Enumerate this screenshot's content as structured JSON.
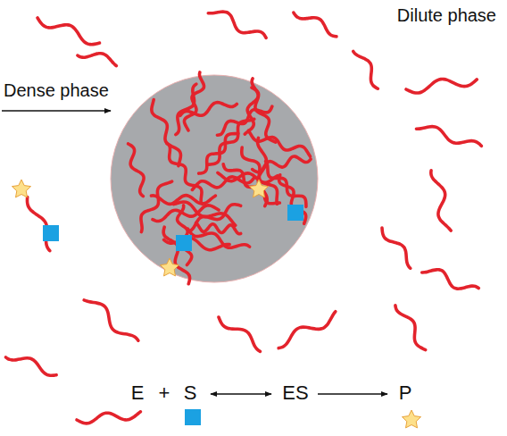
{
  "diagram": {
    "labels": [
      "Dilute phase",
      "Dense phase",
      "E",
      "+",
      "S",
      "ES",
      "P"
    ]
  }
}
